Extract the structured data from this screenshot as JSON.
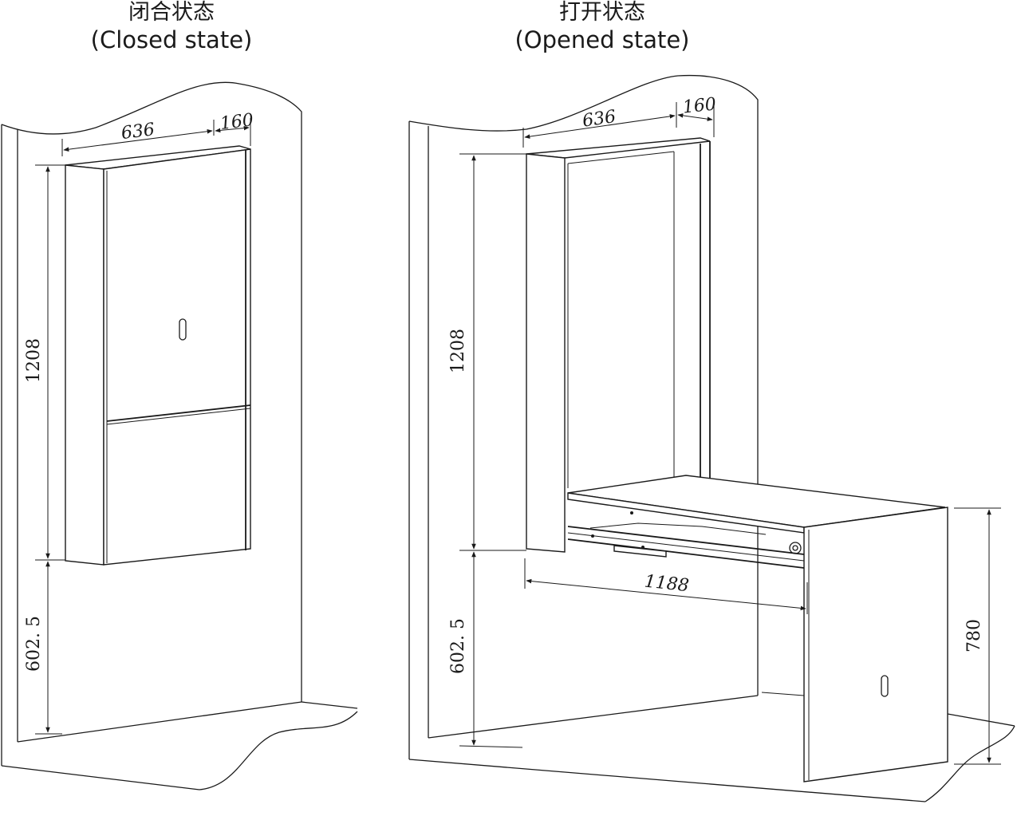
{
  "closed": {
    "title_cn": "闭合状态",
    "title_en": "(Closed state)",
    "dims": {
      "width": "636",
      "depth": "160",
      "height": "1208",
      "floor_offset": "602. 5"
    }
  },
  "opened": {
    "title_cn": "打开状态",
    "title_en": "(Opened state)",
    "dims": {
      "width": "636",
      "depth": "160",
      "height": "1208",
      "floor_offset": "602. 5",
      "extension": "1188",
      "table_height": "780"
    }
  },
  "colors": {
    "line": "#1a1a1a",
    "background": "#ffffff"
  }
}
